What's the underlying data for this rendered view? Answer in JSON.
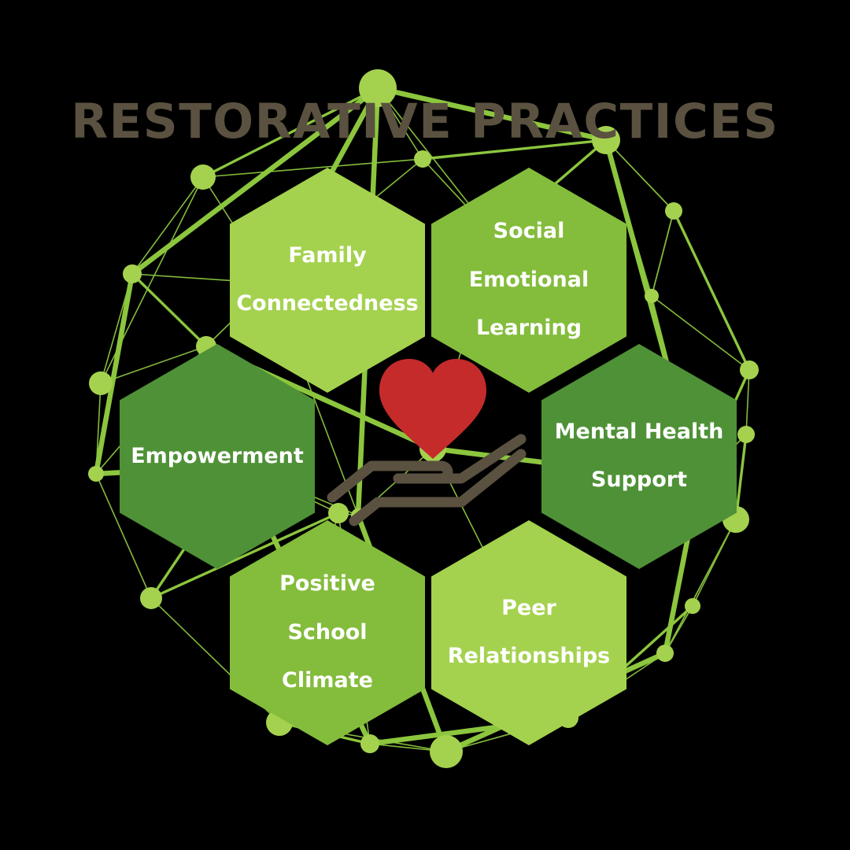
{
  "title": "RESTORATIVE PRACTICES",
  "title_color": "#5A5140",
  "background_color": "#000000",
  "center_icon": {
    "heart": {
      "name": "heart-icon",
      "color": "#C62B2B"
    },
    "hand": {
      "name": "hand-icon",
      "color": "#5A5140"
    }
  },
  "network": {
    "node_color": "#A4D24E",
    "line_color": "#8CC63E"
  },
  "hexagons": [
    {
      "id": "family",
      "label": "Family\nConnectedness",
      "line1": "Family",
      "line2": "Connectedness",
      "line3": "",
      "color": "#A4D24E"
    },
    {
      "id": "sel",
      "label": "Social Emotional Learning",
      "line1": "Social",
      "line2": "Emotional",
      "line3": "Learning",
      "color": "#84BC3C"
    },
    {
      "id": "empower",
      "label": "Empowerment",
      "line1": "Empowerment",
      "line2": "",
      "line3": "",
      "color": "#4F9137"
    },
    {
      "id": "mental",
      "label": "Mental Health Support",
      "line1": "Mental Health",
      "line2": "Support",
      "line3": "",
      "color": "#4F9137"
    },
    {
      "id": "climate",
      "label": "Positive School Climate",
      "line1": "Positive",
      "line2": "School",
      "line3": "Climate",
      "color": "#84BC3C"
    },
    {
      "id": "peer",
      "label": "Peer Relationships",
      "line1": "Peer",
      "line2": "Relationships",
      "line3": "",
      "color": "#A4D24E"
    }
  ]
}
